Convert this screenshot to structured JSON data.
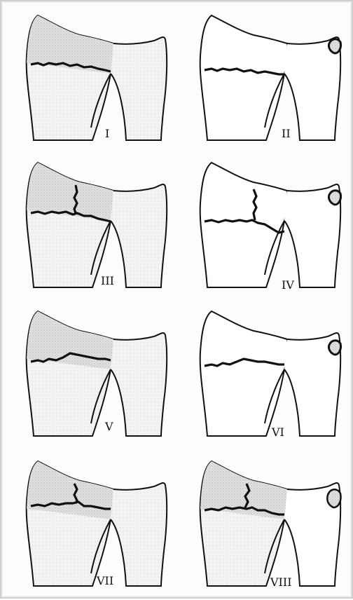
{
  "panels": [
    {
      "numeral": "I"
    },
    {
      "numeral": "II"
    },
    {
      "numeral": "III"
    },
    {
      "numeral": "IV"
    },
    {
      "numeral": "V"
    },
    {
      "numeral": "VI"
    },
    {
      "numeral": "VII"
    },
    {
      "numeral": "VIII"
    }
  ],
  "colors": {
    "stroke": "#111111",
    "shade": "#dcdcdc",
    "background": "#ffffff"
  }
}
